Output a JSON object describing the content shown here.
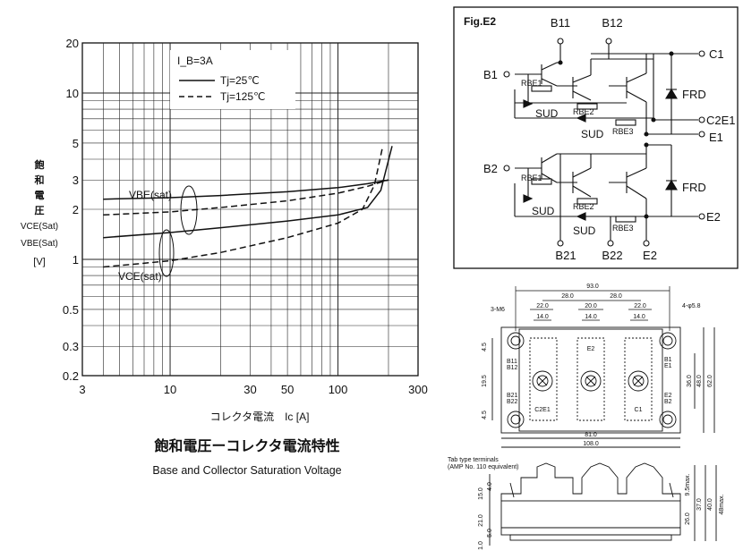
{
  "chart_data": {
    "type": "line",
    "x_scale": "log",
    "y_scale": "log",
    "xlim": [
      3,
      300
    ],
    "ylim": [
      0.2,
      20
    ],
    "x_ticks": [
      {
        "value": 3,
        "label": "3"
      },
      {
        "value": 10,
        "label": "10"
      },
      {
        "value": 30,
        "label": "30"
      },
      {
        "value": 50,
        "label": "50"
      },
      {
        "value": 100,
        "label": "100"
      },
      {
        "value": 300,
        "label": "300"
      }
    ],
    "y_ticks": [
      {
        "value": 0.2,
        "label": "0.2"
      },
      {
        "value": 0.3,
        "label": "0.3"
      },
      {
        "value": 0.5,
        "label": "0.5"
      },
      {
        "value": 1,
        "label": "1"
      },
      {
        "value": 2,
        "label": "2"
      },
      {
        "value": 3,
        "label": "3"
      },
      {
        "value": 5,
        "label": "5"
      },
      {
        "value": 10,
        "label": "10"
      },
      {
        "value": 20,
        "label": "20"
      }
    ],
    "grid": true,
    "legend": {
      "condition": "I_B=3A",
      "entries": [
        {
          "label": "Tj=25℃",
          "style": "solid"
        },
        {
          "label": "Tj=125℃",
          "style": "dashed"
        }
      ]
    },
    "ylabel_lines": [
      "飽",
      "和",
      "電",
      "圧",
      "VCE(Sat)",
      "VBE(Sat)",
      "[V]"
    ],
    "xlabel": "コレクタ電流　Ic [A]",
    "annotations": {
      "vbe": "VBE(sat)",
      "vce": "VCE(sat)"
    },
    "series": [
      {
        "key": "vbe_25",
        "style": "solid",
        "points": [
          [
            4,
            2.3
          ],
          [
            10,
            2.35
          ],
          [
            20,
            2.42
          ],
          [
            50,
            2.55
          ],
          [
            100,
            2.7
          ],
          [
            150,
            2.85
          ],
          [
            200,
            3.0
          ]
        ]
      },
      {
        "key": "vbe_125",
        "style": "dashed",
        "points": [
          [
            4,
            1.85
          ],
          [
            10,
            1.93
          ],
          [
            20,
            2.05
          ],
          [
            50,
            2.25
          ],
          [
            100,
            2.5
          ],
          [
            150,
            2.75
          ],
          [
            200,
            3.0
          ]
        ]
      },
      {
        "key": "vce_25",
        "style": "solid",
        "points": [
          [
            4,
            1.35
          ],
          [
            10,
            1.45
          ],
          [
            20,
            1.55
          ],
          [
            50,
            1.7
          ],
          [
            100,
            1.85
          ],
          [
            150,
            2.05
          ],
          [
            180,
            2.6
          ],
          [
            210,
            4.8
          ]
        ]
      },
      {
        "key": "vce_125",
        "style": "dashed",
        "points": [
          [
            4,
            0.9
          ],
          [
            10,
            0.98
          ],
          [
            20,
            1.1
          ],
          [
            50,
            1.35
          ],
          [
            100,
            1.65
          ],
          [
            140,
            2.0
          ],
          [
            165,
            2.8
          ],
          [
            185,
            4.8
          ]
        ]
      }
    ]
  },
  "captions": {
    "jp": "飽和電圧ーコレクタ電流特性",
    "en": "Base and Collector Saturation Voltage"
  },
  "circuit": {
    "title": "Fig.E2",
    "terminals": {
      "b11": "B11",
      "b12": "B12",
      "b1": "B1",
      "c1": "C1",
      "c2e1": "C2E1",
      "e1": "E1",
      "b2": "B2",
      "e2_right": "E2",
      "b21": "B21",
      "b22": "B22",
      "e2_bottom": "E2"
    },
    "labels": {
      "rbe1_top": "RBE1",
      "rbe2_top": "RBE2",
      "rbe3_top": "RBE3",
      "sud_top_a": "SUD",
      "sud_top_b": "SUD",
      "frd_top": "FRD",
      "rbe1_bot": "RBE1",
      "rbe2_bot": "RBE2",
      "rbe3_bot": "RBE3",
      "sud_bot_a": "SUD",
      "sud_bot_b": "SUD",
      "frd_bot": "FRD"
    }
  },
  "dimensions": {
    "overall": "93.0",
    "pitch1": "28.0",
    "pitch2": "28.0",
    "pad_a": "22.0",
    "pad_b": "20.0",
    "pad_c": "22.0",
    "pad_w1": "14.0",
    "pad_w2": "14.0",
    "pad_w3": "14.0",
    "screw": "3-M6",
    "hole": "4-φ5.8",
    "left_top": "4.5",
    "left_mid": "19.5",
    "left_bot": "4.5",
    "right_a": "36.0",
    "right_b": "48.0",
    "right_c": "62.0",
    "width_inner": "81.0",
    "width_outer": "108.0",
    "pin_b11": "B11",
    "pin_b12": "B12",
    "pin_b21": "B21",
    "pin_b22": "B22",
    "pin_b1": "B1",
    "pin_e1": "E1",
    "pin_e2": "E2",
    "pin_b2": "B2",
    "term_c2e1": "C2E1",
    "term_e2": "E2",
    "term_c1": "C1",
    "tab_note1": "Tab type terminals",
    "tab_note2": "(AMP No. 110 equivalent)",
    "h_15": "15.0",
    "h_4": "4.0",
    "h_21": "21.0",
    "h_5": "5.0",
    "h_1": "1.0",
    "h_26": "26.0",
    "h_95": "9.5max.",
    "h_37": "37.0",
    "h_40": "40.0",
    "h_48": "48max."
  }
}
